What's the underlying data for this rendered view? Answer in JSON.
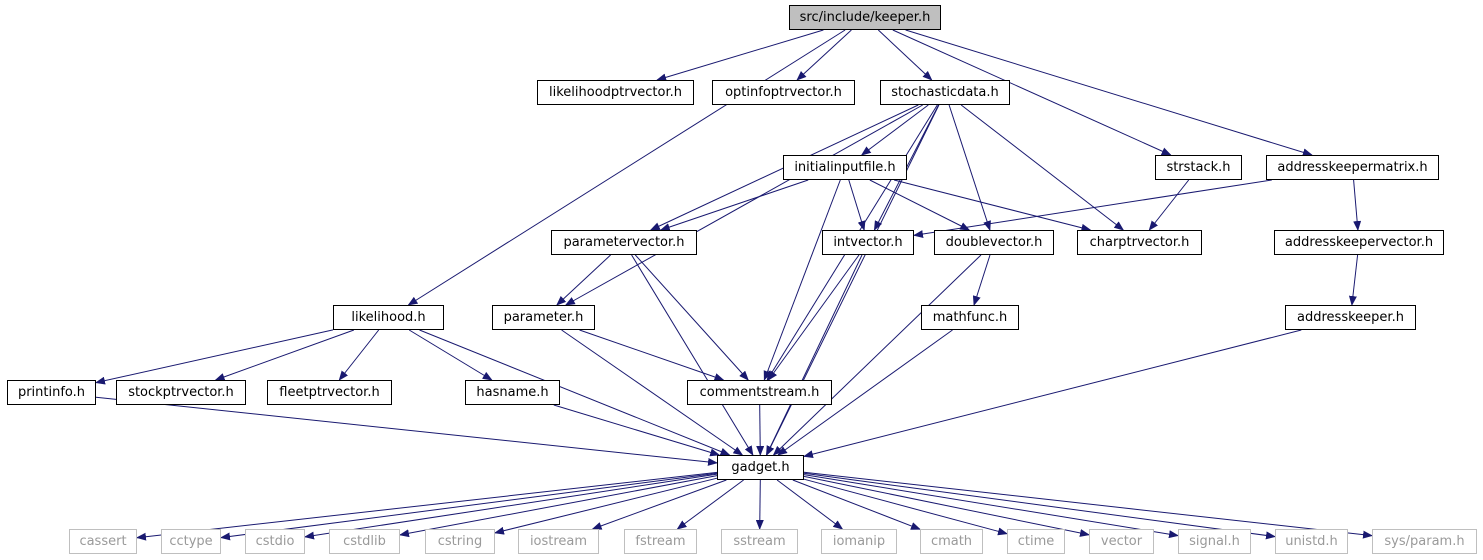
{
  "graph": {
    "colors": {
      "edge": "#191970",
      "node_border": "#000000",
      "root_fill": "#bfbfbf",
      "system_border": "#bfbfbf",
      "system_text": "#9a9a9a"
    },
    "nodes": {
      "root": "src/include/keeper.h",
      "likelihoodptrvector": "likelihoodptrvector.h",
      "optinfoptrvector": "optinfoptrvector.h",
      "stochasticdata": "stochasticdata.h",
      "initialinputfile": "initialinputfile.h",
      "strstack": "strstack.h",
      "addresskeepermatrix": "addresskeepermatrix.h",
      "parametervector": "parametervector.h",
      "intvector": "intvector.h",
      "doublevector": "doublevector.h",
      "charptrvector": "charptrvector.h",
      "addresskeepervector": "addresskeepervector.h",
      "likelihood": "likelihood.h",
      "parameter": "parameter.h",
      "mathfunc": "mathfunc.h",
      "addresskeeper": "addresskeeper.h",
      "printinfo": "printinfo.h",
      "stockptrvector": "stockptrvector.h",
      "fleetptrvector": "fleetptrvector.h",
      "hasname": "hasname.h",
      "commentstream": "commentstream.h",
      "gadget": "gadget.h",
      "cassert": "cassert",
      "cctype": "cctype",
      "cstdio": "cstdio",
      "cstdlib": "cstdlib",
      "cstring": "cstring",
      "iostream": "iostream",
      "fstream": "fstream",
      "sstream": "sstream",
      "iomanip": "iomanip",
      "cmath": "cmath",
      "ctime": "ctime",
      "vector": "vector",
      "signal": "signal.h",
      "unistd": "unistd.h",
      "sysparam": "sys/param.h"
    },
    "edges": [
      [
        "root",
        "likelihoodptrvector"
      ],
      [
        "root",
        "optinfoptrvector"
      ],
      [
        "root",
        "stochasticdata"
      ],
      [
        "root",
        "strstack"
      ],
      [
        "root",
        "addresskeepermatrix"
      ],
      [
        "root",
        "likelihood"
      ],
      [
        "stochasticdata",
        "initialinputfile"
      ],
      [
        "stochasticdata",
        "parametervector"
      ],
      [
        "stochasticdata",
        "parameter"
      ],
      [
        "stochasticdata",
        "intvector"
      ],
      [
        "stochasticdata",
        "doublevector"
      ],
      [
        "stochasticdata",
        "charptrvector"
      ],
      [
        "stochasticdata",
        "commentstream"
      ],
      [
        "stochasticdata",
        "gadget"
      ],
      [
        "initialinputfile",
        "parametervector"
      ],
      [
        "initialinputfile",
        "intvector"
      ],
      [
        "initialinputfile",
        "doublevector"
      ],
      [
        "initialinputfile",
        "charptrvector"
      ],
      [
        "initialinputfile",
        "commentstream"
      ],
      [
        "strstack",
        "charptrvector"
      ],
      [
        "addresskeepermatrix",
        "intvector"
      ],
      [
        "addresskeepermatrix",
        "addresskeepervector"
      ],
      [
        "addresskeepervector",
        "addresskeeper"
      ],
      [
        "addresskeeper",
        "gadget"
      ],
      [
        "parametervector",
        "parameter"
      ],
      [
        "parametervector",
        "commentstream"
      ],
      [
        "parametervector",
        "gadget"
      ],
      [
        "intvector",
        "commentstream"
      ],
      [
        "intvector",
        "gadget"
      ],
      [
        "doublevector",
        "mathfunc"
      ],
      [
        "doublevector",
        "gadget"
      ],
      [
        "mathfunc",
        "gadget"
      ],
      [
        "parameter",
        "commentstream"
      ],
      [
        "parameter",
        "gadget"
      ],
      [
        "commentstream",
        "gadget"
      ],
      [
        "likelihood",
        "printinfo"
      ],
      [
        "likelihood",
        "stockptrvector"
      ],
      [
        "likelihood",
        "fleetptrvector"
      ],
      [
        "likelihood",
        "hasname"
      ],
      [
        "likelihood",
        "gadget"
      ],
      [
        "printinfo",
        "gadget"
      ],
      [
        "hasname",
        "gadget"
      ],
      [
        "gadget",
        "cassert"
      ],
      [
        "gadget",
        "cctype"
      ],
      [
        "gadget",
        "cstdio"
      ],
      [
        "gadget",
        "cstdlib"
      ],
      [
        "gadget",
        "cstring"
      ],
      [
        "gadget",
        "iostream"
      ],
      [
        "gadget",
        "fstream"
      ],
      [
        "gadget",
        "sstream"
      ],
      [
        "gadget",
        "iomanip"
      ],
      [
        "gadget",
        "cmath"
      ],
      [
        "gadget",
        "ctime"
      ],
      [
        "gadget",
        "vector"
      ],
      [
        "gadget",
        "signal"
      ],
      [
        "gadget",
        "unistd"
      ],
      [
        "gadget",
        "sysparam"
      ]
    ]
  }
}
